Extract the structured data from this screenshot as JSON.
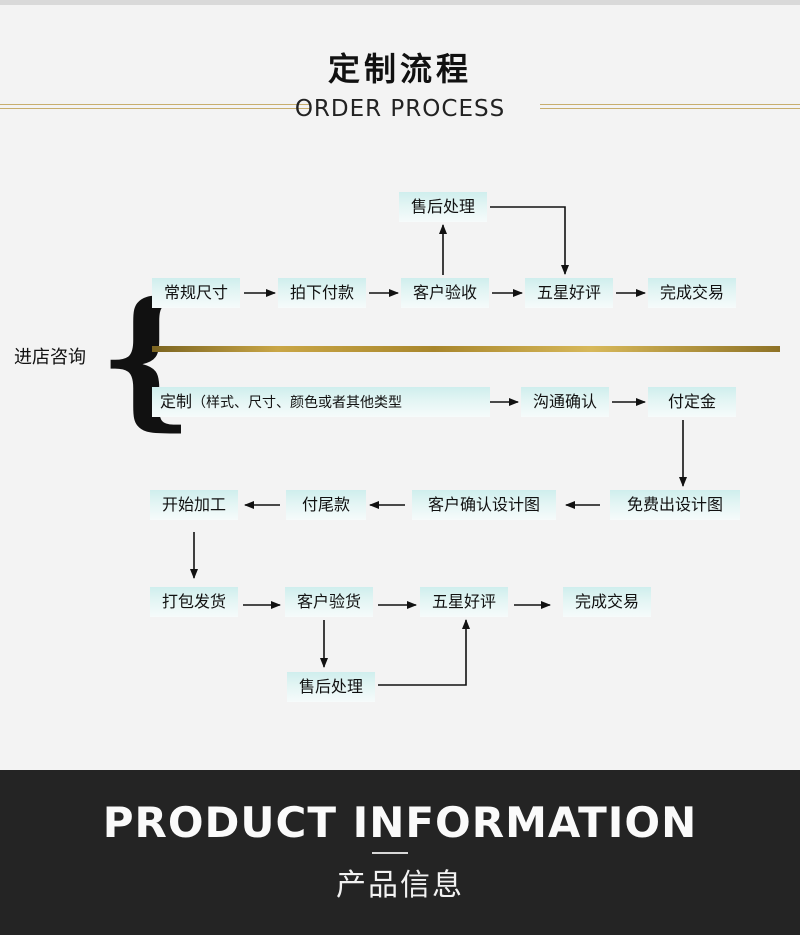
{
  "header": {
    "title_cn": "定制流程",
    "title_en": "ORDER PROCESS"
  },
  "entry_label": "进店咨询",
  "standard_flow": {
    "after_sale": "售后处理",
    "step1": "常规尺寸",
    "step2": "拍下付款",
    "step3": "客户验收",
    "step4": "五星好评",
    "step5": "完成交易"
  },
  "custom_flow": {
    "custom_main": "定制",
    "custom_detail": "（样式、尺寸、颜色或者其他类型",
    "confirm": "沟通确认",
    "deposit": "付定金",
    "free_design": "免费出设计图",
    "client_confirm_design": "客户确认设计图",
    "final_payment": "付尾款",
    "start_processing": "开始加工",
    "pack_ship": "打包发货",
    "client_inspect": "客户验货",
    "five_star": "五星好评",
    "complete": "完成交易",
    "after_sale": "售后处理"
  },
  "footer": {
    "title_en": "PRODUCT INFORMATION",
    "title_cn": "产品信息"
  },
  "colors": {
    "box_top": "#cfeeed",
    "box_bottom": "#f6fbfb",
    "gold": "#c9a646",
    "footer_bg": "#242424"
  }
}
